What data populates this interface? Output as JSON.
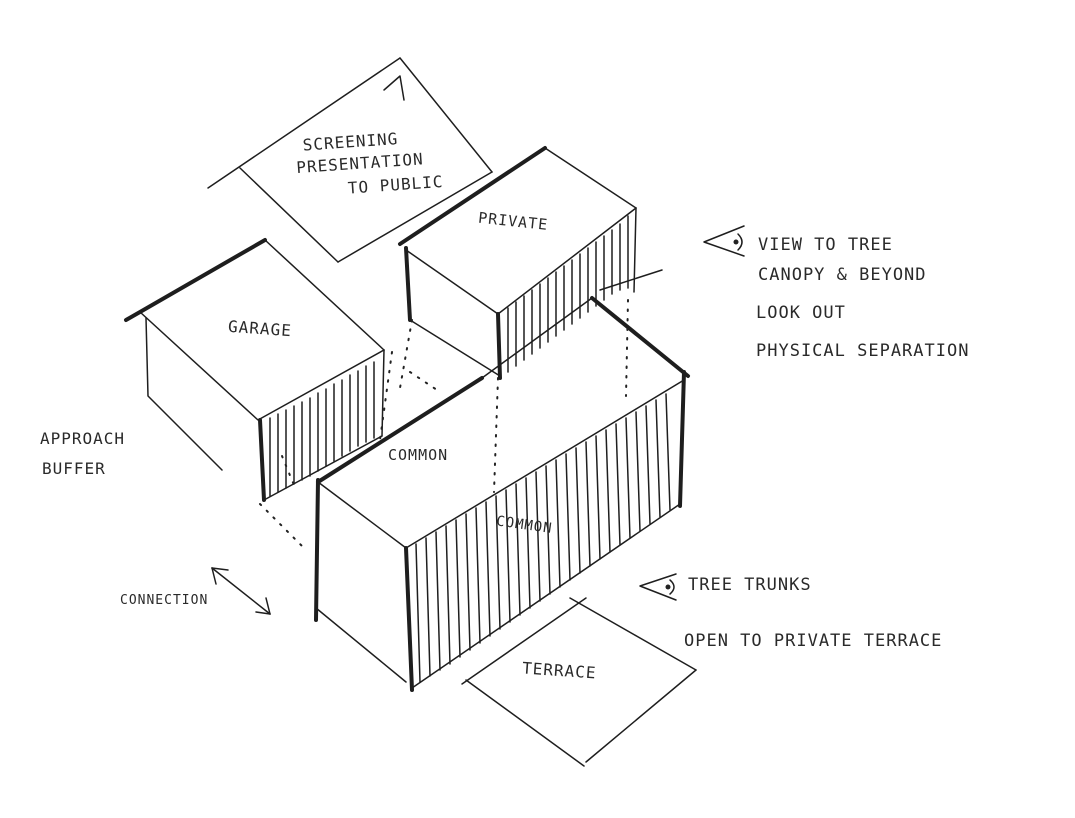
{
  "labels": {
    "screening": [
      "SCREENING",
      "PRESENTATION",
      "TO PUBLIC"
    ],
    "private": "PRIVATE",
    "garage": "GARAGE",
    "common_top": "COMMON",
    "common_face": "COMMON",
    "terrace": "TERRACE",
    "approach": [
      "APPROACH",
      "BUFFER"
    ],
    "connection": "CONNECTION",
    "view_notes": [
      "VIEW TO TREE",
      "CANOPY & BEYOND",
      "LOOK OUT",
      "PHYSICAL SEPARATION"
    ],
    "trunk_notes": [
      "TREE TRUNKS",
      "OPEN TO PRIVATE TERRACE"
    ]
  },
  "icons": [
    "eye-icon-view",
    "eye-icon-trunks",
    "double-arrow-icon-connection",
    "arrow-icon-screening"
  ]
}
